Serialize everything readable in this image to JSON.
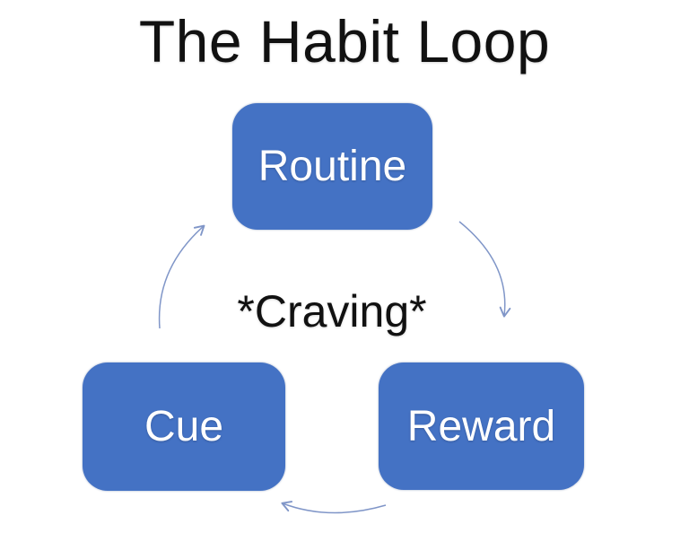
{
  "diagram": {
    "title": "The Habit Loop",
    "center_label": "*Craving*",
    "nodes": [
      {
        "id": "routine",
        "label": "Routine",
        "position": "top-center"
      },
      {
        "id": "cue",
        "label": "Cue",
        "position": "bottom-left"
      },
      {
        "id": "reward",
        "label": "Reward",
        "position": "bottom-right"
      }
    ],
    "arrows": [
      {
        "from": "Routine",
        "to": "Reward",
        "side": "right",
        "direction": "clockwise"
      },
      {
        "from": "Reward",
        "to": "Cue",
        "side": "bottom",
        "direction": "clockwise"
      },
      {
        "from": "Cue",
        "to": "Routine",
        "side": "left",
        "direction": "clockwise"
      }
    ],
    "colors": {
      "background": "#FFFFFF",
      "node_fill": "#4472C4",
      "node_text": "#FFFFFF",
      "title_text": "#111111",
      "center_text": "#111111",
      "arrow": "#8096C8"
    }
  }
}
